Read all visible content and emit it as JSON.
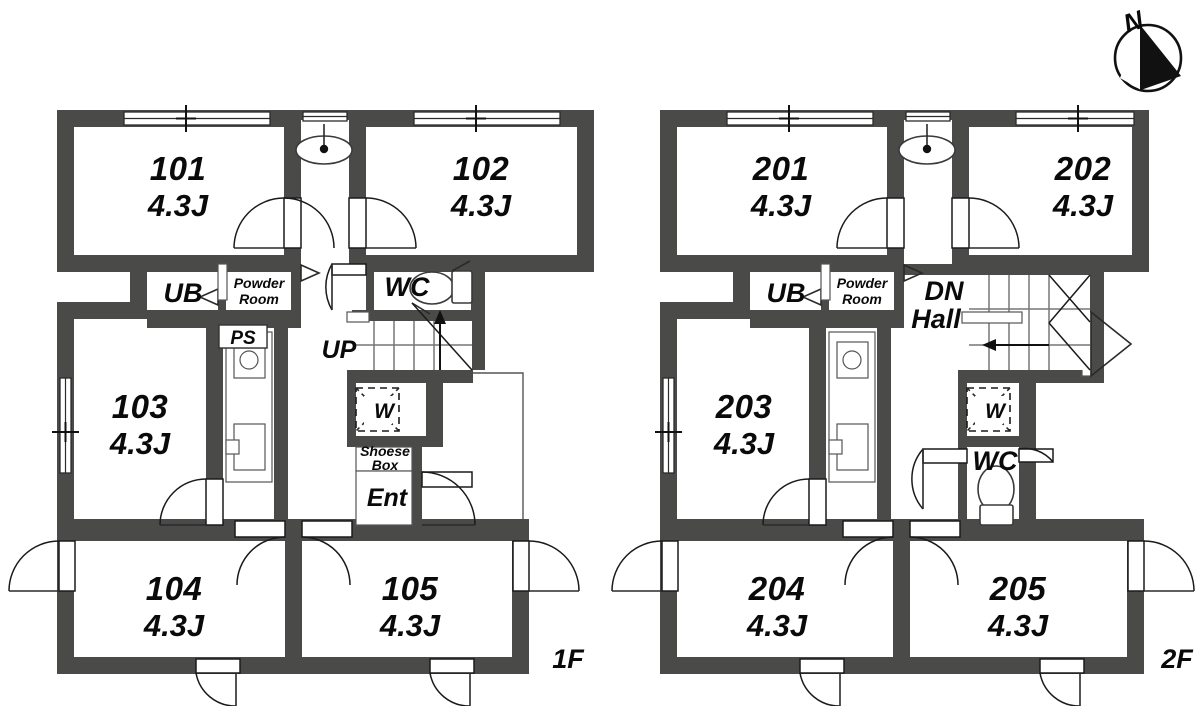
{
  "document": {
    "type": "architectural-floor-plan",
    "compass": {
      "label": "N",
      "name": "north-arrow"
    }
  },
  "floors": [
    {
      "id": "1F",
      "floor_label": "1F",
      "rooms": [
        {
          "no": "101",
          "size": "4.3J"
        },
        {
          "no": "102",
          "size": "4.3J"
        },
        {
          "no": "103",
          "size": "4.3J"
        },
        {
          "no": "104",
          "size": "4.3J"
        },
        {
          "no": "105",
          "size": "4.3J"
        }
      ],
      "spaces": {
        "ub": "UB",
        "powder_room_line1": "Powder",
        "powder_room_line2": "Room",
        "ps": "PS",
        "wc": "WC",
        "up": "UP",
        "washer": "W",
        "shoe_box_line1": "Shoese",
        "shoe_box_line2": "Box",
        "entrance": "Ent"
      }
    },
    {
      "id": "2F",
      "floor_label": "2F",
      "rooms": [
        {
          "no": "201",
          "size": "4.3J"
        },
        {
          "no": "202",
          "size": "4.3J"
        },
        {
          "no": "203",
          "size": "4.3J"
        },
        {
          "no": "204",
          "size": "4.3J"
        },
        {
          "no": "205",
          "size": "4.3J"
        }
      ],
      "spaces": {
        "ub": "UB",
        "powder_room_line1": "Powder",
        "powder_room_line2": "Room",
        "dn": "DN",
        "hall": "Hall",
        "wc": "WC",
        "washer": "W"
      }
    }
  ],
  "colors": {
    "wall": "#4a4a48",
    "line": "#1a1a1a",
    "background": "#ffffff",
    "text": "#0a0a0a"
  }
}
